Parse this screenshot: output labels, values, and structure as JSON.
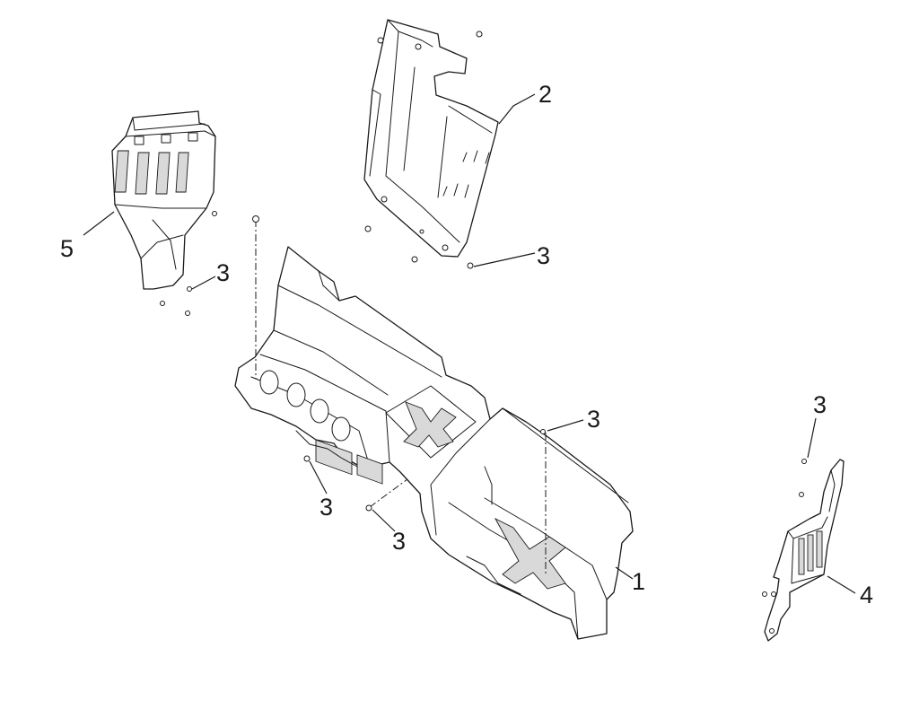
{
  "callouts": {
    "part1": "1",
    "part2": "2",
    "part3": "3",
    "part4": "4",
    "part5": "5"
  },
  "colors": {
    "line": "#1a1a1a",
    "background": "#ffffff",
    "shade": "#d9d9d9"
  }
}
